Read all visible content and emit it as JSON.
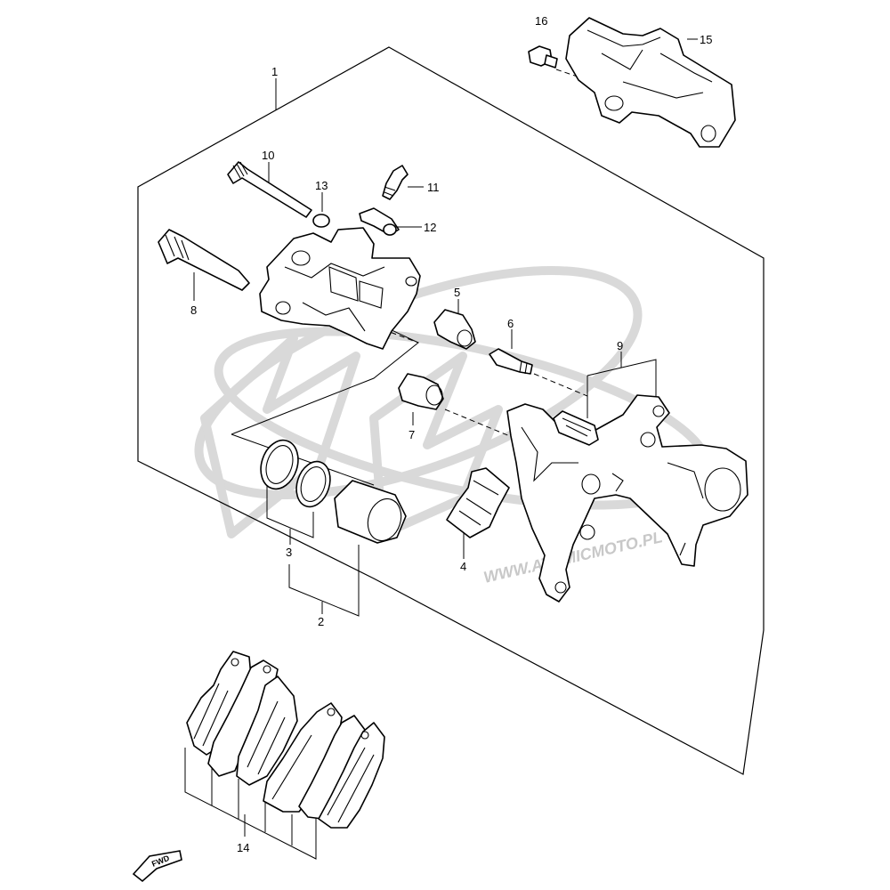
{
  "diagram": {
    "callouts": {
      "c1": "1",
      "c2": "2",
      "c3": "3",
      "c4": "4",
      "c5": "5",
      "c6": "6",
      "c7": "7",
      "c8": "8",
      "c9": "9",
      "c10": "10",
      "c11": "11",
      "c12": "12",
      "c13": "13",
      "c14": "14",
      "c15": "15",
      "c16": "16"
    },
    "direction_badge": "FWD",
    "watermark_text": "WWW.ATOMICMOTO.PL"
  }
}
